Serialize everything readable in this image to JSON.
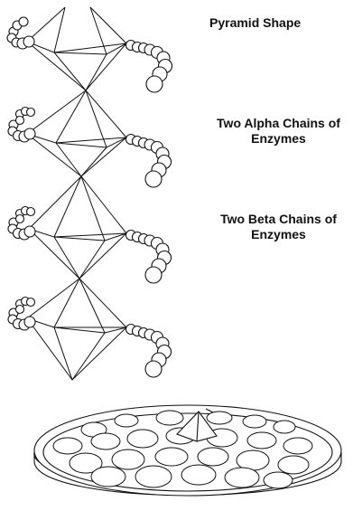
{
  "labels": {
    "pyramid_shape": "Pyramid Shape",
    "alpha_chains_line1": "Two Alpha Chains of",
    "alpha_chains_line2": "Enzymes",
    "beta_chains_line1": "Two Beta Chains of",
    "beta_chains_line2": "Enzymes"
  },
  "colors": {
    "ink": "#111111",
    "paper": "#ffffff"
  }
}
